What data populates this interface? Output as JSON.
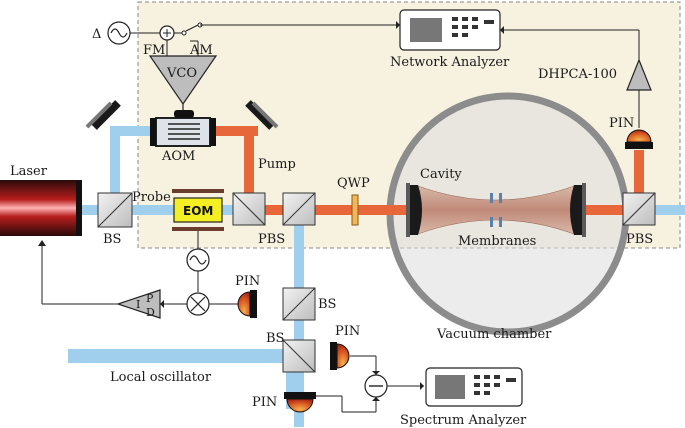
{
  "labels": {
    "delta": "Δ",
    "fm": "FM",
    "am": "AM",
    "vco": "VCO",
    "network_analyzer": "Network Analyzer",
    "dhpca": "DHPCA-100",
    "pin_top": "PIN",
    "laser": "Laser",
    "bs_left": "BS",
    "probe": "Probe",
    "eom": "EOM",
    "aom": "AOM",
    "pump": "Pump",
    "pbs_mid": "PBS",
    "qwp": "QWP",
    "cavity": "Cavity",
    "membranes": "Membranes",
    "pbs_right": "PBS",
    "pid_p": "P",
    "pid_i": "I",
    "pid_d": "D",
    "pin_mid": "PIN",
    "bs_mid": "BS",
    "vacuum_chamber": "Vacuum chamber",
    "bs_lo": "BS",
    "pin_lo_right": "PIN",
    "local_oscillator": "Local oscillator",
    "pin_lo_bottom": "PIN",
    "spectrum_analyzer": "Spectrum Analyzer"
  },
  "colors": {
    "probe_beam": "#9fcfec",
    "pump_beam": "#e8673a",
    "enclosure_fill": "#f7f1df",
    "chamber_stroke": "#8c8c8c",
    "chamber_fill": "#dcdcdc",
    "pin_dark": "#b02c1c",
    "pin_light": "#f0a040",
    "eom_yellow": "#f4ef22",
    "qwp": "#f2b655"
  }
}
